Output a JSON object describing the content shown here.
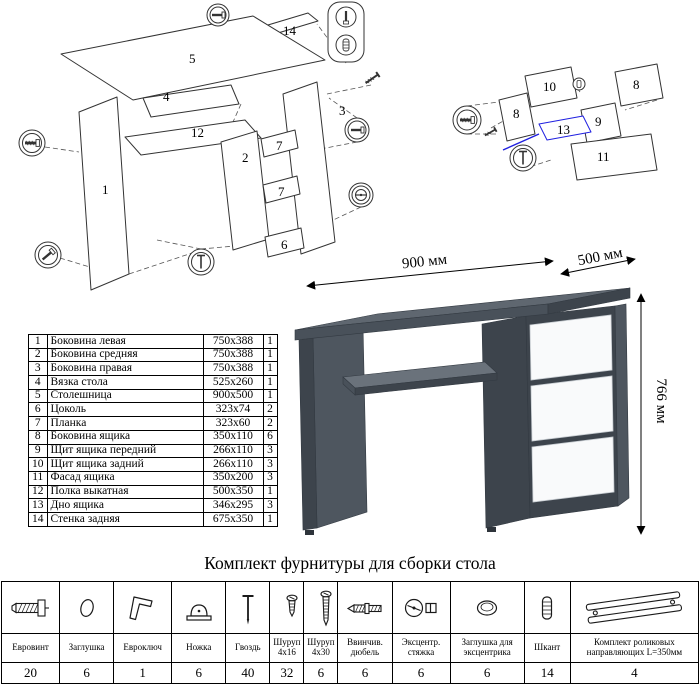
{
  "diagram_left": {
    "labels": {
      "panel1": "1",
      "panel2": "2",
      "panel3": "3",
      "panel4": "4",
      "panel5": "5",
      "panel6": "6",
      "panel7a": "7",
      "panel7b": "7",
      "panel12": "12",
      "panel14": "14"
    }
  },
  "diagram_right": {
    "labels": {
      "panel8a": "8",
      "panel8b": "8",
      "panel9": "9",
      "panel10": "10",
      "panel11": "11",
      "panel13": "13"
    }
  },
  "parts_table": {
    "rows": [
      {
        "num": "1",
        "name": "Боковина левая",
        "size": "750x388",
        "qty": "1"
      },
      {
        "num": "2",
        "name": "Боковина средняя",
        "size": "750x388",
        "qty": "1"
      },
      {
        "num": "3",
        "name": "Боковина правая",
        "size": "750x388",
        "qty": "1"
      },
      {
        "num": "4",
        "name": "Вязка стола",
        "size": "525x260",
        "qty": "1"
      },
      {
        "num": "5",
        "name": "Столешница",
        "size": "900x500",
        "qty": "1"
      },
      {
        "num": "6",
        "name": "Цоколь",
        "size": "323x74",
        "qty": "2"
      },
      {
        "num": "7",
        "name": "Планка",
        "size": "323x60",
        "qty": "2"
      },
      {
        "num": "8",
        "name": "Боковина ящика",
        "size": "350x110",
        "qty": "6"
      },
      {
        "num": "9",
        "name": "Щит ящика передний",
        "size": "266x110",
        "qty": "3"
      },
      {
        "num": "10",
        "name": "Щит ящика задний",
        "size": "266x110",
        "qty": "3"
      },
      {
        "num": "11",
        "name": "Фасад ящика",
        "size": "350x200",
        "qty": "3"
      },
      {
        "num": "12",
        "name": "Полка выкатная",
        "size": "500x350",
        "qty": "1"
      },
      {
        "num": "13",
        "name": "Дно ящика",
        "size": "346x295",
        "qty": "3"
      },
      {
        "num": "14",
        "name": "Стенка задняя",
        "size": "675x350",
        "qty": "1"
      }
    ]
  },
  "desk_render": {
    "dim_width": "900 мм",
    "dim_depth": "500 мм",
    "dim_height": "766 мм"
  },
  "hardware": {
    "title": "Комплект фурнитуры для сборки стола",
    "items": [
      {
        "name": "Евровинт",
        "qty": "20",
        "icon": "euro-screw-icon"
      },
      {
        "name": "Заглушка",
        "qty": "6",
        "icon": "plug-icon"
      },
      {
        "name": "Евроключ",
        "qty": "1",
        "icon": "hex-key-icon"
      },
      {
        "name": "Ножка",
        "qty": "6",
        "icon": "leg-icon"
      },
      {
        "name": "Гвоздь",
        "qty": "40",
        "icon": "nail-icon"
      },
      {
        "name": "Шуруп 4х16",
        "qty": "32",
        "icon": "screw-4x16-icon"
      },
      {
        "name": "Шуруп 4х30",
        "qty": "6",
        "icon": "screw-4x30-icon"
      },
      {
        "name": "Ввинчив. дюбель",
        "qty": "6",
        "icon": "dowel-screw-icon"
      },
      {
        "name": "Эксцентр. стяжка",
        "qty": "6",
        "icon": "cam-lock-icon"
      },
      {
        "name": "Заглушка для эксцентрика",
        "qty": "6",
        "icon": "cam-cover-icon"
      },
      {
        "name": "Шкант",
        "qty": "14",
        "icon": "wood-dowel-icon"
      },
      {
        "name": "Комплект роликовых направляющих L=350мм",
        "qty": "4",
        "icon": "drawer-slides-icon"
      }
    ]
  },
  "colors": {
    "desk_top": "#5f6770",
    "desk_top_edge": "#49515a",
    "desk_side": "#4e565f",
    "desk_dark": "#3d444c",
    "tray": "#6a727b",
    "drawer_white": "#f9fafb",
    "drawer_edge": "#c7ccd1",
    "highlight_blue": "#1f1fe0"
  }
}
